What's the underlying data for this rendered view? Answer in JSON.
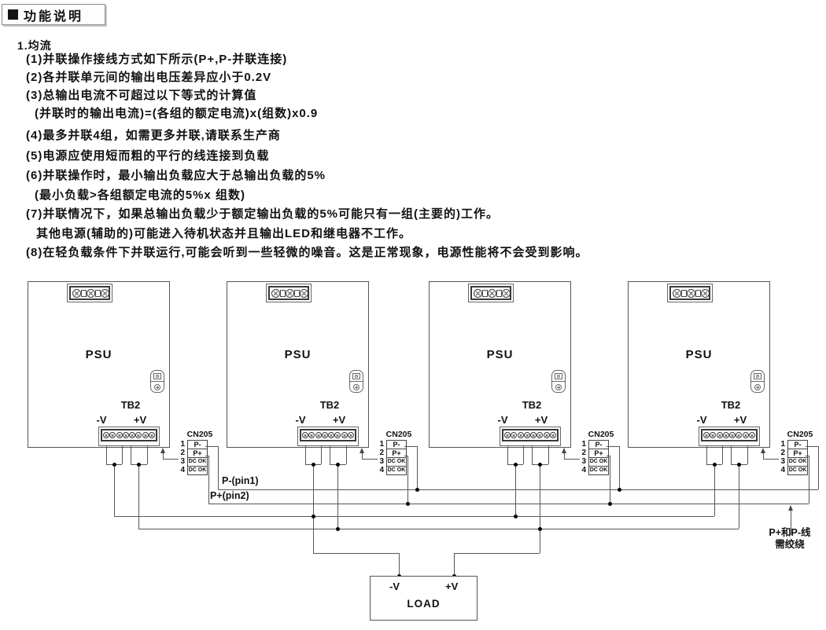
{
  "header": {
    "title": "功能说明"
  },
  "section": {
    "subtitle": "1.均流",
    "notes": [
      "(1)并联操作接线方式如下所示(P+,P-并联连接)",
      "(2)各并联单元间的输出电压差异应小于0.2V",
      "(3)总输出电流不可超过以下等式的计算值",
      "(并联时的输出电流)=(各组的额定电流)x(组数)x0.9",
      "(4)最多并联4组，如需更多并联,请联系生产商",
      "(5)电源应使用短而粗的平行的线连接到负载",
      "(6)并联操作时，最小输出负载应大于总输出负载的5%",
      "(最小负载>各组额定电流的5%x 组数)",
      "(7)并联情况下，如果总输出负载少于额定输出负载的5%可能只有一组(主要的)工作。",
      "其他电源(辅助的)可能进入待机状态并且输出LED和继电器不工作。",
      "(8)在轻负载条件下并联运行,可能会听到一些轻微的噪音。这是正常现象，电源性能将不会受到影响。"
    ]
  },
  "diagram": {
    "units": [
      {
        "psu_label": "PSU",
        "tb2_label": "TB2",
        "neg_label": "-V",
        "pos_label": "+V",
        "cn205": {
          "title": "CN205",
          "pins": [
            {
              "num": "1",
              "label": "P-"
            },
            {
              "num": "2",
              "label": "P+"
            },
            {
              "num": "3",
              "label": "DC OK"
            },
            {
              "num": "4",
              "label": "DC OK"
            }
          ]
        }
      },
      {
        "psu_label": "PSU",
        "tb2_label": "TB2",
        "neg_label": "-V",
        "pos_label": "+V",
        "cn205": {
          "title": "CN205",
          "pins": [
            {
              "num": "1",
              "label": "P-"
            },
            {
              "num": "2",
              "label": "P+"
            },
            {
              "num": "3",
              "label": "DC OK"
            },
            {
              "num": "4",
              "label": "DC OK"
            }
          ]
        }
      },
      {
        "psu_label": "PSU",
        "tb2_label": "TB2",
        "neg_label": "-V",
        "pos_label": "+V",
        "cn205": {
          "title": "CN205",
          "pins": [
            {
              "num": "1",
              "label": "P-"
            },
            {
              "num": "2",
              "label": "P+"
            },
            {
              "num": "3",
              "label": "DC OK"
            },
            {
              "num": "4",
              "label": "DC OK"
            }
          ]
        }
      },
      {
        "psu_label": "PSU",
        "tb2_label": "TB2",
        "neg_label": "-V",
        "pos_label": "+V",
        "cn205": {
          "title": "CN205",
          "pins": [
            {
              "num": "1",
              "label": "P-"
            },
            {
              "num": "2",
              "label": "P+"
            },
            {
              "num": "3",
              "label": "DC OK"
            },
            {
              "num": "4",
              "label": "DC OK"
            }
          ]
        }
      }
    ],
    "wire_labels": {
      "p_minus": "P-(pin1)",
      "p_plus": "P+(pin2)",
      "twist_line1": "P+和P-线",
      "twist_line2": "需绞绕"
    },
    "load": {
      "neg_label": "-V",
      "pos_label": "+V",
      "title": "LOAD"
    }
  }
}
